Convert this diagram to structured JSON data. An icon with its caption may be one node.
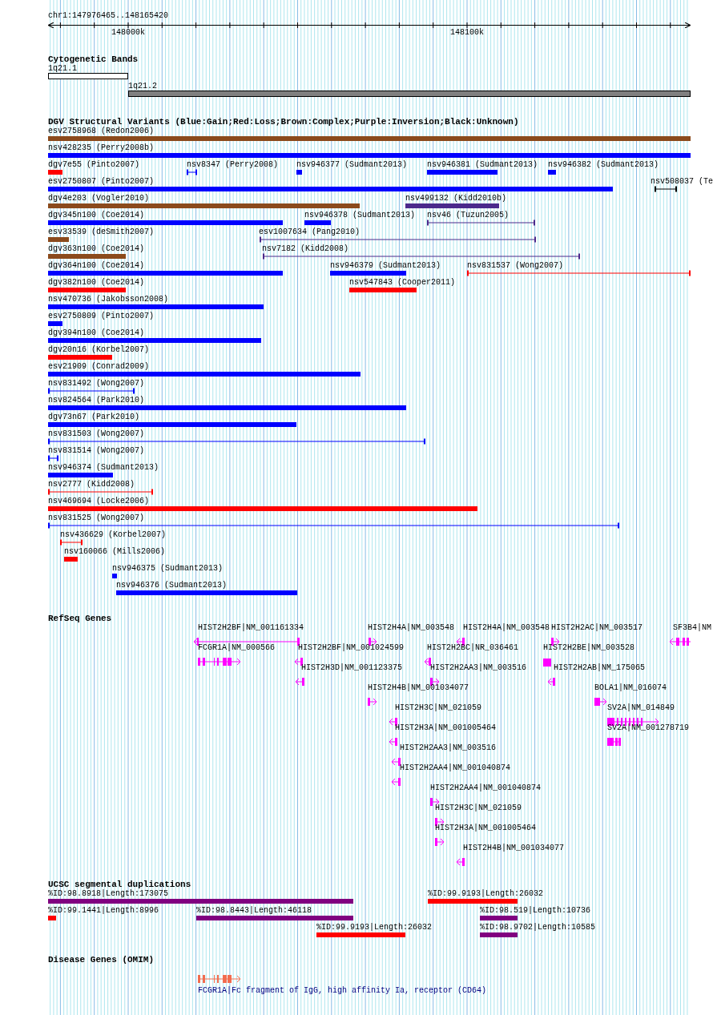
{
  "diagram": {
    "labels": [
      "chr1:147976465..148165420",
      "148000k",
      "148100k",
      "Cytogenetic Bands",
      "1q21.1",
      "1q21.2",
      "DGV Structural Variants (Blue:Gain;Red:Loss;Brown:Complex;Purple:Inversion;Black:Unknown)",
      "esv2758968 (Redon2006)",
      "nsv428235 (Perry2008b)",
      "dgv7e55 (Pinto2007)",
      "nsv8347 (Perry2008)",
      "nsv946377 (Sudmant2013)",
      "nsv946381 (Sudmant2013)",
      "nsv946382 (Sudmant2013)",
      "esv2750807 (Pinto2007)",
      "nsv508037 (Te",
      "dgv4e203 (Vogler2010)",
      "nsv499132 (Kidd2010b)",
      "dgv345n100 (Coe2014)",
      "nsv946378 (Sudmant2013)",
      "nsv46 (Tuzun2005)",
      "esv33539 (deSmith2007)",
      "esv1007634 (Pang2010)",
      "dgv363n100 (Coe2014)",
      "nsv7182 (Kidd2008)",
      "dgv364n100 (Coe2014)",
      "nsv946379 (Sudmant2013)",
      "nsv831537 (Wong2007)",
      "dgv382n100 (Coe2014)",
      "nsv547843 (Cooper2011)",
      "nsv470736 (Jakobsson2008)",
      "esv2750809 (Pinto2007)",
      "dgv394n100 (Coe2014)",
      "dgv20n16 (Korbel2007)",
      "esv21909 (Conrad2009)",
      "nsv831492 (Wong2007)",
      "nsv824564 (Park2010)",
      "dgv73n67 (Park2010)",
      "nsv831503 (Wong2007)",
      "nsv831514 (Wong2007)",
      "nsv946374 (Sudmant2013)",
      "nsv2777 (Kidd2008)",
      "nsv469694 (Locke2006)",
      "nsv831525 (Wong2007)",
      "nsv436629 (Korbel2007)",
      "nsv160066 (Mills2006)",
      "nsv946375 (Sudmant2013)",
      "nsv946376 (Sudmant2013)",
      "RefSeq Genes",
      "HIST2H2BF|NM_001161334",
      "HIST2H4A|NM_003548",
      "HIST2H4A|NM_003548",
      "HIST2H2AC|NM_003517",
      "SF3B4|NM",
      "FCGR1A|NM_000566",
      "HIST2H2BF|NM_001024599",
      "HIST2H2BC|NR_036461",
      "HIST2H2BE|NM_003528",
      "HIST2H3D|NM_001123375",
      "HIST2H2AA3|NM_003516",
      "HIST2H2AB|NM_175065",
      "HIST2H4B|NM_001034077",
      "BOLA1|NM_016074",
      "HIST2H3C|NM_021059",
      "SV2A|NM_014849",
      "HIST2H3A|NM_001005464",
      "SV2A|NM_001278719",
      "HIST2H2AA3|NM_003516",
      "HIST2H2AA4|NM_001040874",
      "HIST2H2AA4|NM_001040874",
      "HIST2H3C|NM_021059",
      "HIST2H3A|NM_001005464",
      "HIST2H4B|NM_001034077",
      "UCSC segmental duplications",
      "%ID:98.8918|Length:173075",
      "%ID:99.9193|Length:26032",
      "%ID:99.1441|Length:8996",
      "%ID:98.8443|Length:46118",
      "%ID:98.519|Length:10736",
      "%ID:99.9193|Length:26032",
      "%ID:98.9702|Length:10585",
      "Disease Genes (OMIM)",
      "FCGR1A|Fc fragment of IgG, high affinity Ia, receptor (CD64)"
    ]
  }
}
